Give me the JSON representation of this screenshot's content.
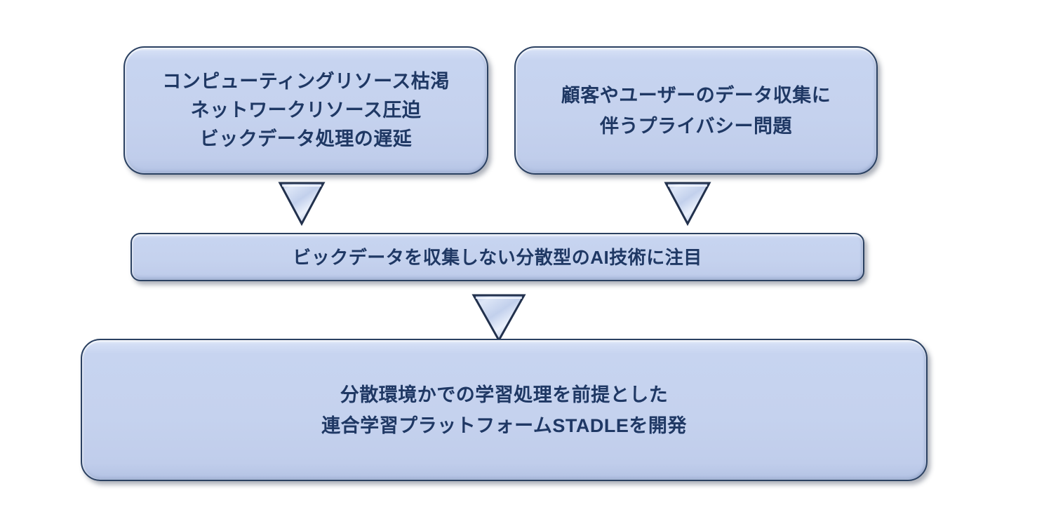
{
  "diagram": {
    "title": "STADLE federated learning background flow",
    "colors": {
      "node_fill": "#c5d2ee",
      "node_fill_light": "#e6edfa",
      "node_border": "#2b4162",
      "text": "#1f3864",
      "arrow_fill": "#c9d6ef",
      "arrow_border": "#22314d"
    },
    "nodes": [
      {
        "id": "compute",
        "name": "compute-resource-problems",
        "text": "コンピューティングリソース枯渇\nネットワークリソース圧迫\nビックデータ処理の遅延"
      },
      {
        "id": "privacy",
        "name": "privacy-problems",
        "text": "顧客やユーザーのデータ収集に\n伴うプライバシー問題"
      },
      {
        "id": "focus",
        "name": "distributed-ai-focus",
        "text": "ビックデータを収集しない分散型のAI技術に注目"
      },
      {
        "id": "stadle",
        "name": "stadle-development",
        "text": "分散環境かでの学習処理を前提とした\n連合学習プラットフォームSTADLEを開発"
      }
    ],
    "connectors": [
      {
        "id": "arrow-1",
        "name": "down-arrow-icon",
        "from": "compute",
        "to": "focus",
        "shape": "triangle-down"
      },
      {
        "id": "arrow-2",
        "name": "down-arrow-icon",
        "from": "privacy",
        "to": "focus",
        "shape": "triangle-down"
      },
      {
        "id": "arrow-3",
        "name": "down-arrow-icon",
        "from": "focus",
        "to": "stadle",
        "shape": "triangle-down"
      }
    ]
  }
}
